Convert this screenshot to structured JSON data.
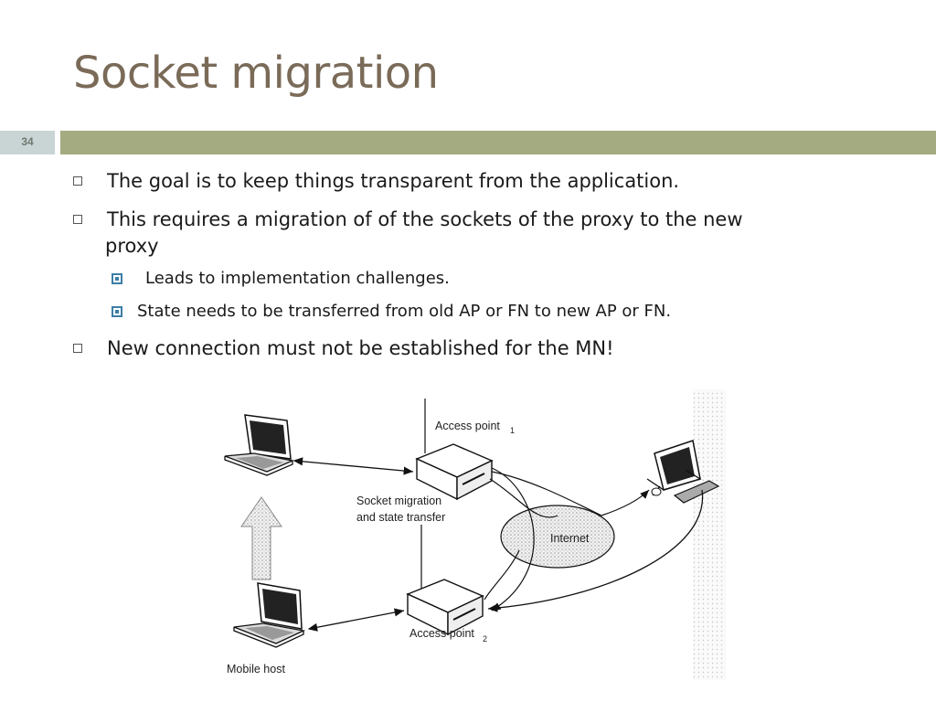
{
  "slide": {
    "title": "Socket migration",
    "number": "34"
  },
  "bullets": [
    {
      "text": "The goal is to keep things transparent from the application."
    },
    {
      "text_line1": "This requires a migration of of the sockets of the proxy to the new",
      "text_line2": "proxy",
      "sub": [
        {
          "text": "Leads to implementation challenges."
        },
        {
          "text": "State needs to be transferred from old AP or FN to new AP or FN."
        }
      ]
    },
    {
      "text": "New connection must not be established for the MN!"
    }
  ],
  "figure": {
    "labels": {
      "access_point_1": "Access point",
      "access_point_1_sub": "1",
      "access_point_2": "Access point",
      "access_point_2_sub": "2",
      "socket_migration_line1": "Socket migration",
      "socket_migration_line2": "and state transfer",
      "internet": "Internet",
      "mobile_host": "Mobile host"
    },
    "icons": [
      "laptop-icon",
      "laptop-icon",
      "access-point-box-icon",
      "access-point-box-icon",
      "desktop-computer-icon",
      "upward-arrow-icon",
      "internet-cloud-icon"
    ]
  },
  "colors": {
    "title": "#7a6a58",
    "title_band": "#a4ab80",
    "number_band": "#c9d4d5",
    "sub_bullet": "#3b7ea6"
  }
}
